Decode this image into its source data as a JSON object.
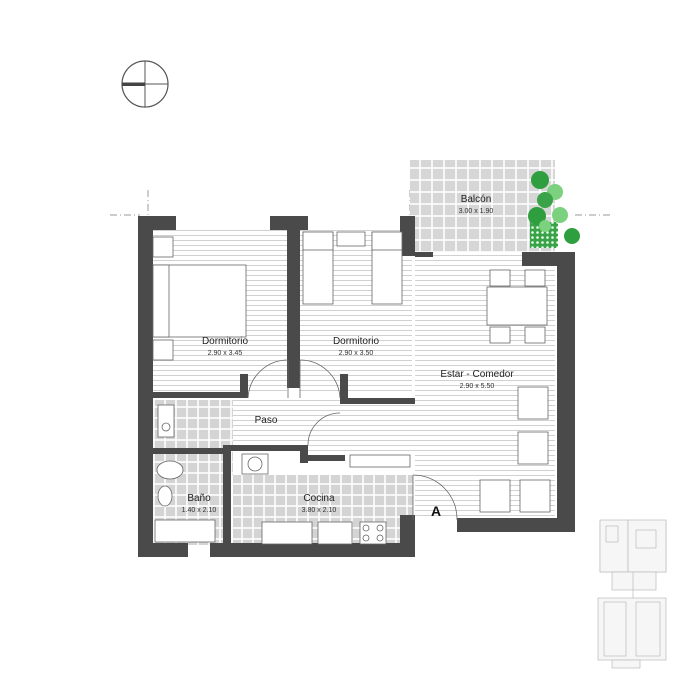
{
  "rooms": [
    {
      "name": "Balcón",
      "dims": "3.00 x 1.90"
    },
    {
      "name": "Dormitorio",
      "dims": "2.90 x 3.45"
    },
    {
      "name": "Dormitorio",
      "dims": "2.90 x 3.50"
    },
    {
      "name": "Estar - Comedor",
      "dims": "2.90 x 5.50"
    },
    {
      "name": "Paso",
      "dims": ""
    },
    {
      "name": "Baño",
      "dims": "1.40 x 2.10"
    },
    {
      "name": "Cocina",
      "dims": "3.80 x 2.10"
    }
  ],
  "entry_marker": "A",
  "colors": {
    "wall": "#444444",
    "floor_lines": "#c4c4c4",
    "tile": "#d0d0d0",
    "plant_dark": "#2e9e3e",
    "plant_light": "#7cd17f"
  }
}
